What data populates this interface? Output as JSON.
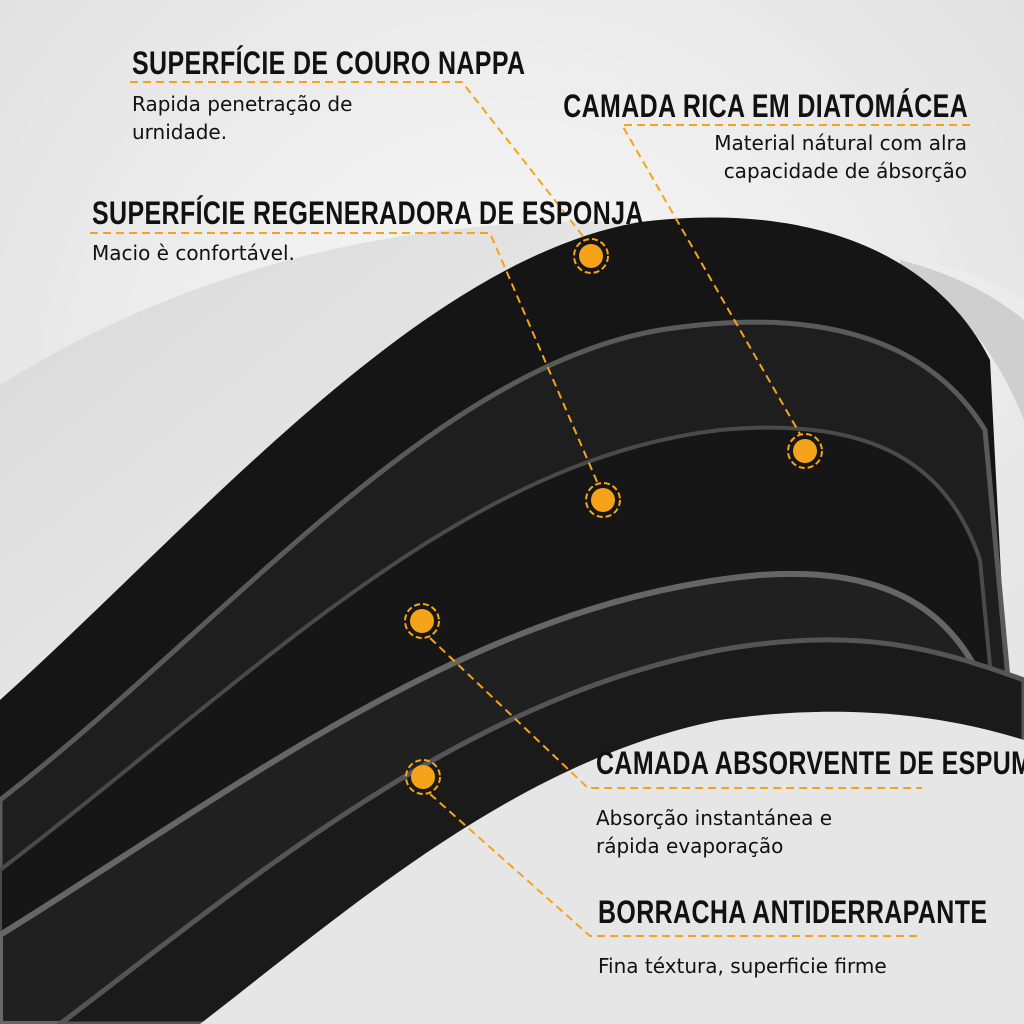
{
  "accent_color": "#f5a31a",
  "callouts": [
    {
      "title": "SUPERFÍCIE DE COURO NAPPA",
      "lines": [
        "Rapida penetração de",
        "urnidade."
      ]
    },
    {
      "title": "CAMADA RICA EM DIATOMÁCEA",
      "lines": [
        "Material nátural com alra",
        "capacidade de ábsorção"
      ]
    },
    {
      "title": "SUPERFÍCIE REGENERADORA DE ESPONJA",
      "lines": [
        "Macio è confortável."
      ]
    },
    {
      "title": "CAMADA ABSORVENTE DE ESPUMA",
      "lines": [
        "Absorção instantánea e",
        "rápida evaporação"
      ]
    },
    {
      "title": "BORRACHA ANTIDERRAPANTE",
      "lines": [
        "Fina téxtura, superficie firme"
      ]
    }
  ]
}
